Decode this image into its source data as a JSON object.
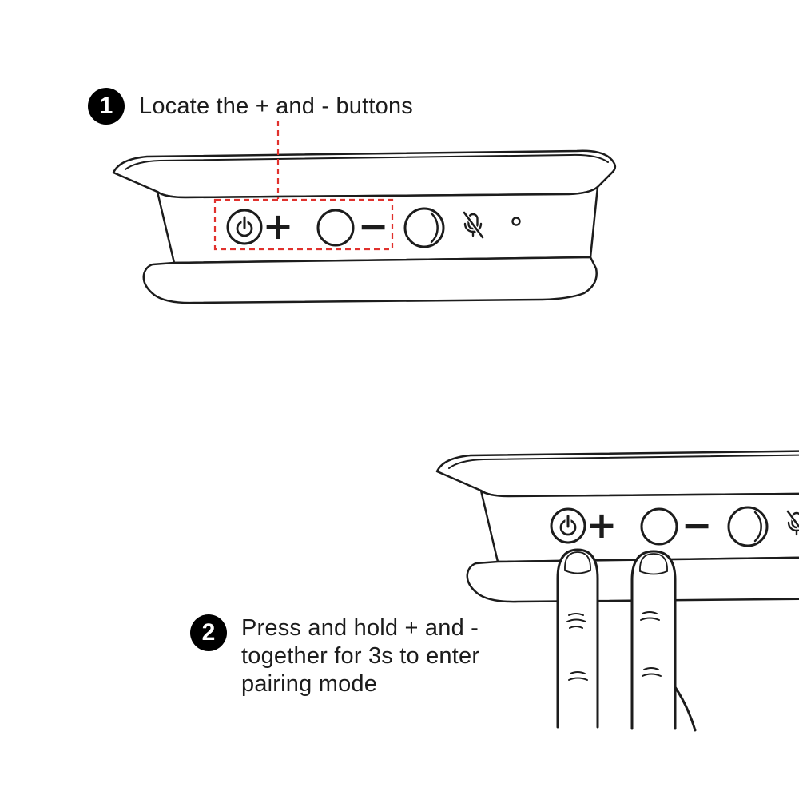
{
  "colors": {
    "ink": "#1c1c1c",
    "accent_red": "#e0312d",
    "background": "#ffffff"
  },
  "steps": [
    {
      "number": "1",
      "lines": [
        "Locate the + and - buttons"
      ]
    },
    {
      "number": "2",
      "lines": [
        "Press and hold + and -",
        "together for 3s to enter",
        "pairing mode"
      ]
    }
  ],
  "device": {
    "volume_up_symbol": "+",
    "volume_down_symbol": "−",
    "icons": [
      "power-icon",
      "mic-mute-icon",
      "led-indicator"
    ]
  }
}
